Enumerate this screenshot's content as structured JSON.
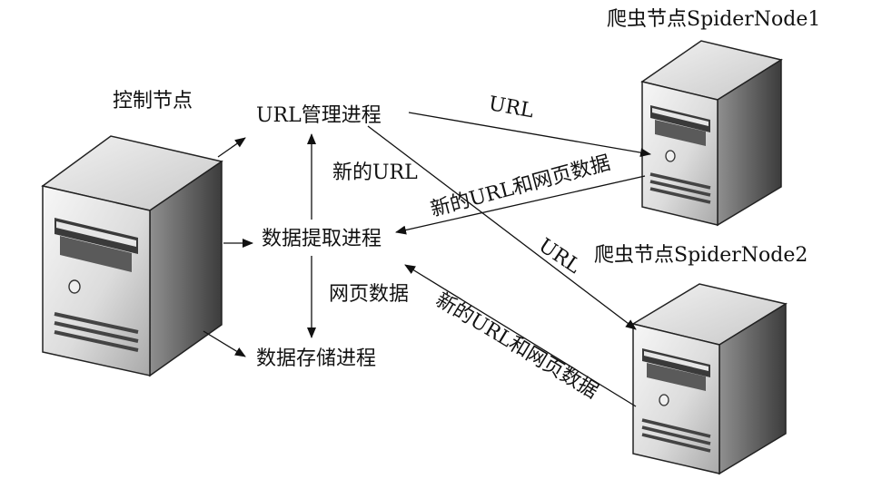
{
  "control_node": {
    "title": "控制节点",
    "processes": {
      "url_manager": "URL管理进程",
      "data_extraction": "数据提取进程",
      "data_storage": "数据存储进程"
    }
  },
  "spider_node_1": {
    "title": "爬虫节点SpiderNode1"
  },
  "spider_node_2": {
    "title": "爬虫节点SpiderNode2"
  },
  "edges": {
    "url_to_node1": "URL",
    "url_to_node2": "URL",
    "node1_return": "新的URL和网页数据",
    "node2_return": "新的URL和网页数据",
    "extract_to_manager": "新的URL",
    "extract_to_storage": "网页数据"
  },
  "colors": {
    "server_front_light": "#f4f4f4",
    "server_front_dark": "#bdbdbd",
    "server_side_light": "#9a9a9a",
    "server_side_dark": "#4a4a4a",
    "stroke": "#222222"
  }
}
